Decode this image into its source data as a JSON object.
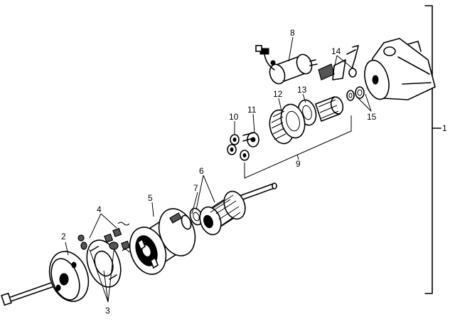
{
  "diagram": {
    "callouts": [
      {
        "id": "1",
        "text": "1"
      },
      {
        "id": "2",
        "text": "2"
      },
      {
        "id": "3",
        "text": "3"
      },
      {
        "id": "4",
        "text": "4"
      },
      {
        "id": "5",
        "text": "5"
      },
      {
        "id": "6",
        "text": "6"
      },
      {
        "id": "7",
        "text": "7"
      },
      {
        "id": "8",
        "text": "8"
      },
      {
        "id": "9",
        "text": "9"
      },
      {
        "id": "10",
        "text": "10"
      },
      {
        "id": "11",
        "text": "11"
      },
      {
        "id": "12",
        "text": "12"
      },
      {
        "id": "13",
        "text": "13"
      },
      {
        "id": "14",
        "text": "14"
      },
      {
        "id": "15",
        "text": "15"
      }
    ]
  }
}
